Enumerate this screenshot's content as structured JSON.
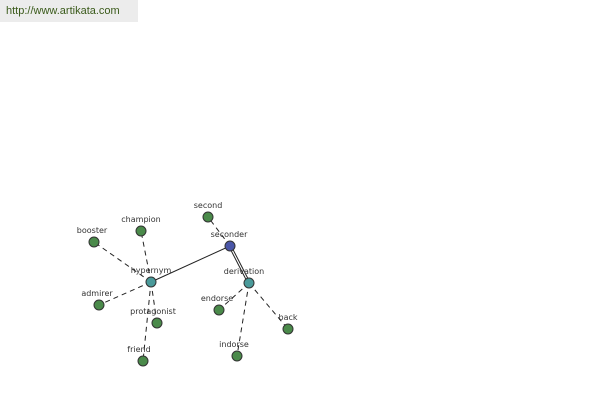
{
  "url": "http://www.artikata.com",
  "colors": {
    "leaf": "#4a8a4a",
    "hub": "#4a9a9a",
    "center": "#4a56a8"
  },
  "nodes": {
    "seconder": {
      "label": "seconder",
      "kind": "center"
    },
    "hypernym": {
      "label": "hypernym",
      "kind": "hub"
    },
    "derivation": {
      "label": "derivation",
      "kind": "hub"
    },
    "second": {
      "label": "second",
      "kind": "leaf"
    },
    "booster": {
      "label": "booster",
      "kind": "leaf"
    },
    "champion": {
      "label": "champion",
      "kind": "leaf"
    },
    "admirer": {
      "label": "admirer",
      "kind": "leaf"
    },
    "protagonist": {
      "label": "protagonist",
      "kind": "leaf"
    },
    "friend": {
      "label": "friend",
      "kind": "leaf"
    },
    "endorse": {
      "label": "endorse",
      "kind": "leaf"
    },
    "indorse": {
      "label": "indorse",
      "kind": "leaf"
    },
    "back": {
      "label": "back",
      "kind": "leaf"
    }
  },
  "edges": [
    {
      "from": "seconder",
      "to": "hypernym",
      "style": "solid"
    },
    {
      "from": "seconder",
      "to": "derivation",
      "style": "solid"
    },
    {
      "from": "seconder",
      "to": "second",
      "style": "dashed"
    },
    {
      "from": "hypernym",
      "to": "booster",
      "style": "dashed"
    },
    {
      "from": "hypernym",
      "to": "champion",
      "style": "dashed"
    },
    {
      "from": "hypernym",
      "to": "admirer",
      "style": "dashed"
    },
    {
      "from": "hypernym",
      "to": "protagonist",
      "style": "dashed"
    },
    {
      "from": "hypernym",
      "to": "friend",
      "style": "dashed"
    },
    {
      "from": "derivation",
      "to": "endorse",
      "style": "dashed"
    },
    {
      "from": "derivation",
      "to": "indorse",
      "style": "dashed"
    },
    {
      "from": "derivation",
      "to": "back",
      "style": "dashed"
    }
  ]
}
